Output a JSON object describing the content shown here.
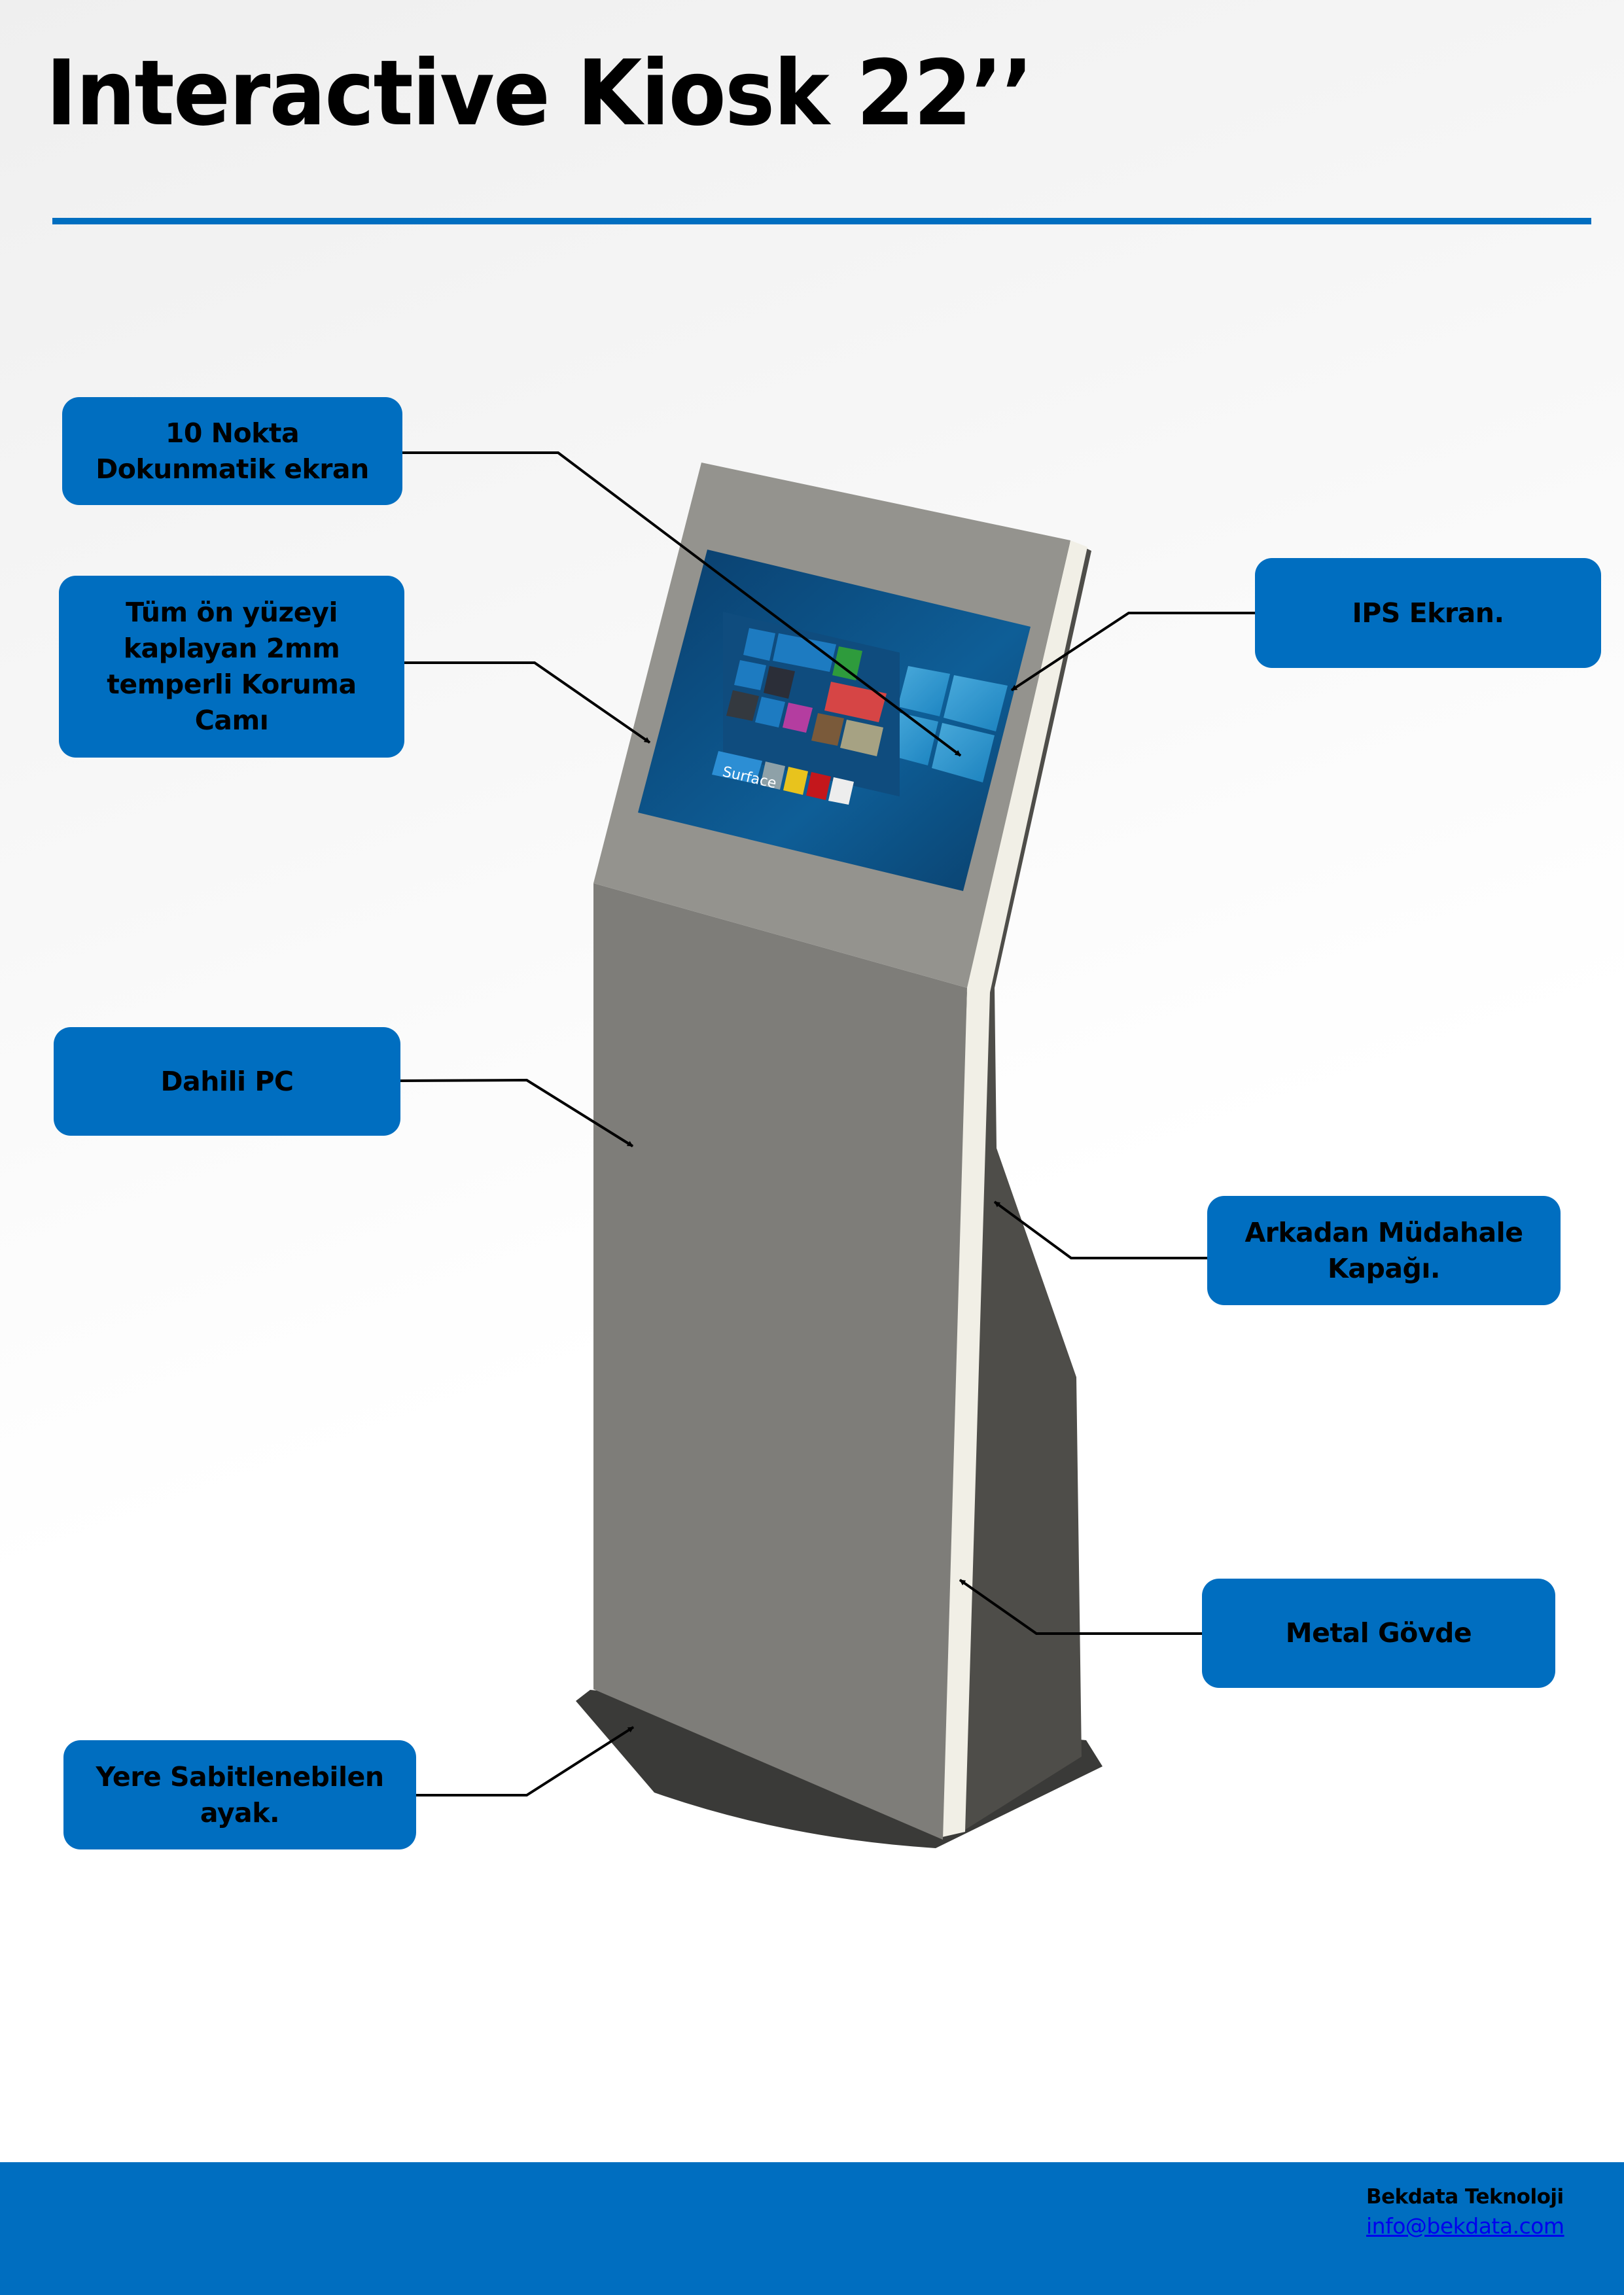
{
  "header": {
    "title": "Interactive Kiosk 22’’"
  },
  "colors": {
    "accent": "#006EC0",
    "text": "#000000",
    "link": "#0000EE",
    "kiosk_front": "#7E7D79",
    "kiosk_top": "#94938E",
    "kiosk_side": "#4E4D49",
    "kiosk_edge": "#F1EFE6",
    "kiosk_base": "#3A3A38",
    "screen": "#0B4F82"
  },
  "callouts": [
    {
      "id": "touch",
      "label": "10 Nokta\nDokunmatik ekran"
    },
    {
      "id": "glass",
      "label": "Tüm ön yüzeyi\nkaplayan 2mm\ntemperli Koruma\nCamı"
    },
    {
      "id": "ips",
      "label": "IPS Ekran."
    },
    {
      "id": "pc",
      "label": "Dahili PC"
    },
    {
      "id": "rear-cover",
      "label": "Arkadan Müdahale\nKapağı."
    },
    {
      "id": "body",
      "label": "Metal Gövde"
    },
    {
      "id": "foot",
      "label": "Yere Sabitlenebilen\nayak."
    }
  ],
  "screen_content": {
    "tile_label": "Surface"
  },
  "footer": {
    "company": "Bekdata Teknoloji",
    "email": "info@bekdata.com"
  }
}
